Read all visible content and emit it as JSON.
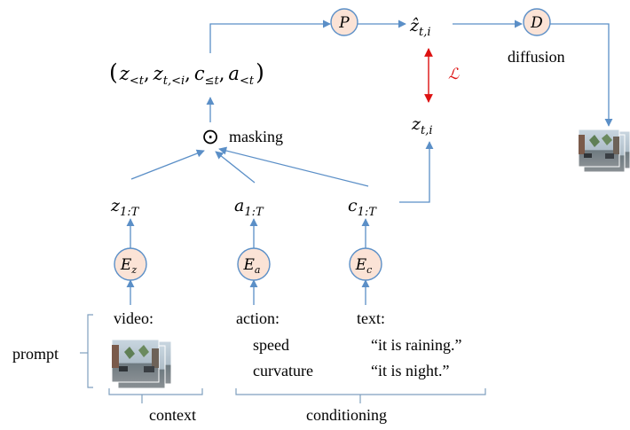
{
  "nodes": {
    "p": "P",
    "d": "D",
    "ez": {
      "base": "E",
      "sub": "z"
    },
    "ea": {
      "base": "E",
      "sub": "a"
    },
    "ec": {
      "base": "E",
      "sub": "c"
    }
  },
  "labels": {
    "diffusion": "diffusion",
    "masking": "masking",
    "masking_symbol": "⊙",
    "loss": "ℒ",
    "prompt": "prompt",
    "context": "context",
    "conditioning": "conditioning"
  },
  "math": {
    "zhat_base": "ẑ",
    "zhat_sub": "t,i",
    "z_base": "z",
    "z_sub": "t,i",
    "z1T_base": "z",
    "z1T_sub": "1:T",
    "a1T_base": "a",
    "a1T_sub": "1:T",
    "c1T_base": "c",
    "c1T_sub": "1:T",
    "tuple": {
      "open": "(",
      "t1_base": "z",
      "t1_sub": "<t",
      "t2_base": "z",
      "t2_sub": "t,<i",
      "t3_base": "c",
      "t3_sub": "≤t",
      "t4_base": "a",
      "t4_sub": "<t",
      "comma": ",",
      "close": ")"
    }
  },
  "inputs": {
    "video": "video:",
    "action": "action:",
    "speed": "speed",
    "curvature": "curvature",
    "text": "text:",
    "text1": "“it is raining.”",
    "text2": "“it is night.”"
  },
  "colors": {
    "arrow": "#5b8fc7",
    "node_fill": "#fbe3d6",
    "node_stroke": "#5b8fc7",
    "loss": "#dd1111",
    "bracket": "#7f9fbf"
  }
}
